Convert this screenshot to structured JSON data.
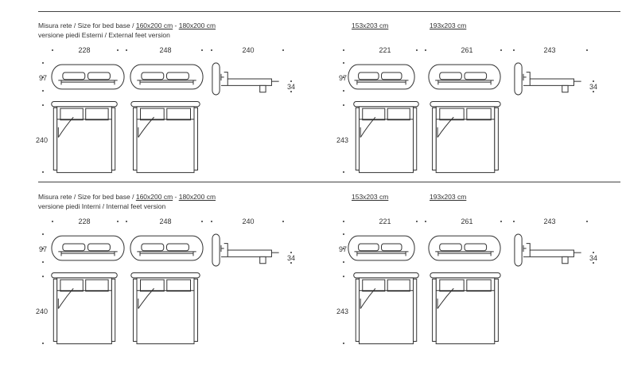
{
  "sections": [
    {
      "size_label_prefix": "Misura rete / Size for bed base / ",
      "size_a": "160x200 cm",
      "size_sep": " - ",
      "size_b": "180x200 cm",
      "feet_label": "versione piedi Esterni / External feet version",
      "size_c": "153x203 cm",
      "size_d": "193x203 cm",
      "dims": {
        "w1": "228",
        "w2": "248",
        "side1": "240",
        "w3": "221",
        "w4": "261",
        "side2": "243",
        "h_left": "97",
        "h_right": "97",
        "d_left": "240",
        "d_right": "243",
        "feet1": "34",
        "feet2": "34"
      }
    },
    {
      "size_label_prefix": "Misura rete / Size for bed base / ",
      "size_a": "160x200 cm",
      "size_sep": " - ",
      "size_b": "180x200 cm",
      "feet_label": "versione piedi Interni / Internal feet version",
      "size_c": "153x203 cm",
      "size_d": "193x203 cm",
      "dims": {
        "w1": "228",
        "w2": "248",
        "side1": "240",
        "w3": "221",
        "w4": "261",
        "side2": "243",
        "h_left": "97",
        "h_right": "97",
        "d_left": "240",
        "d_right": "243",
        "feet1": "34",
        "feet2": "34"
      }
    }
  ]
}
